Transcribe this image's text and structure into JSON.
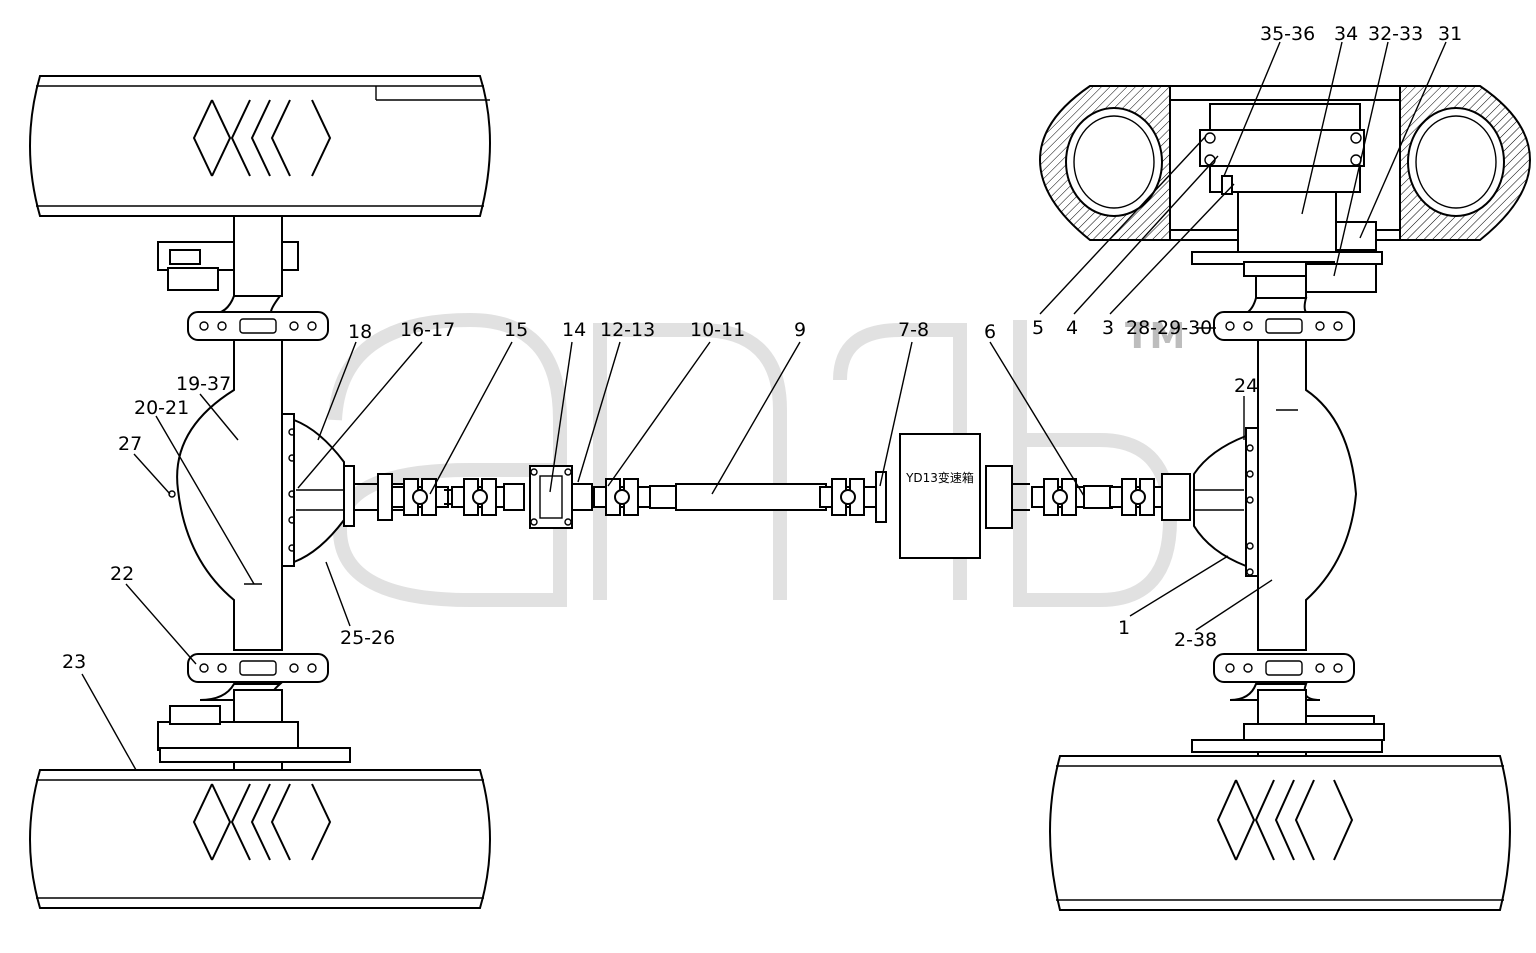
{
  "gearbox_label": "YD13变速箱",
  "watermark": {
    "mark": "TM"
  },
  "callouts": [
    {
      "id": "c-35-36",
      "text": "35-36"
    },
    {
      "id": "c-34",
      "text": "34"
    },
    {
      "id": "c-32-33",
      "text": "32-33"
    },
    {
      "id": "c-31",
      "text": "31"
    },
    {
      "id": "c-5",
      "text": "5"
    },
    {
      "id": "c-4",
      "text": "4"
    },
    {
      "id": "c-3",
      "text": "3"
    },
    {
      "id": "c-28-29-30",
      "text": "28-29-30"
    },
    {
      "id": "c-18",
      "text": "18"
    },
    {
      "id": "c-16-17",
      "text": "16-17"
    },
    {
      "id": "c-15",
      "text": "15"
    },
    {
      "id": "c-14",
      "text": "14"
    },
    {
      "id": "c-12-13",
      "text": "12-13"
    },
    {
      "id": "c-10-11",
      "text": "10-11"
    },
    {
      "id": "c-9",
      "text": "9"
    },
    {
      "id": "c-7-8",
      "text": "7-8"
    },
    {
      "id": "c-6",
      "text": "6"
    },
    {
      "id": "c-19-37",
      "text": "19-37"
    },
    {
      "id": "c-20-21",
      "text": "20-21"
    },
    {
      "id": "c-27",
      "text": "27"
    },
    {
      "id": "c-24",
      "text": "24"
    },
    {
      "id": "c-22",
      "text": "22"
    },
    {
      "id": "c-25-26",
      "text": "25-26"
    },
    {
      "id": "c-1",
      "text": "1"
    },
    {
      "id": "c-2-38",
      "text": "2-38"
    },
    {
      "id": "c-23",
      "text": "23"
    }
  ]
}
